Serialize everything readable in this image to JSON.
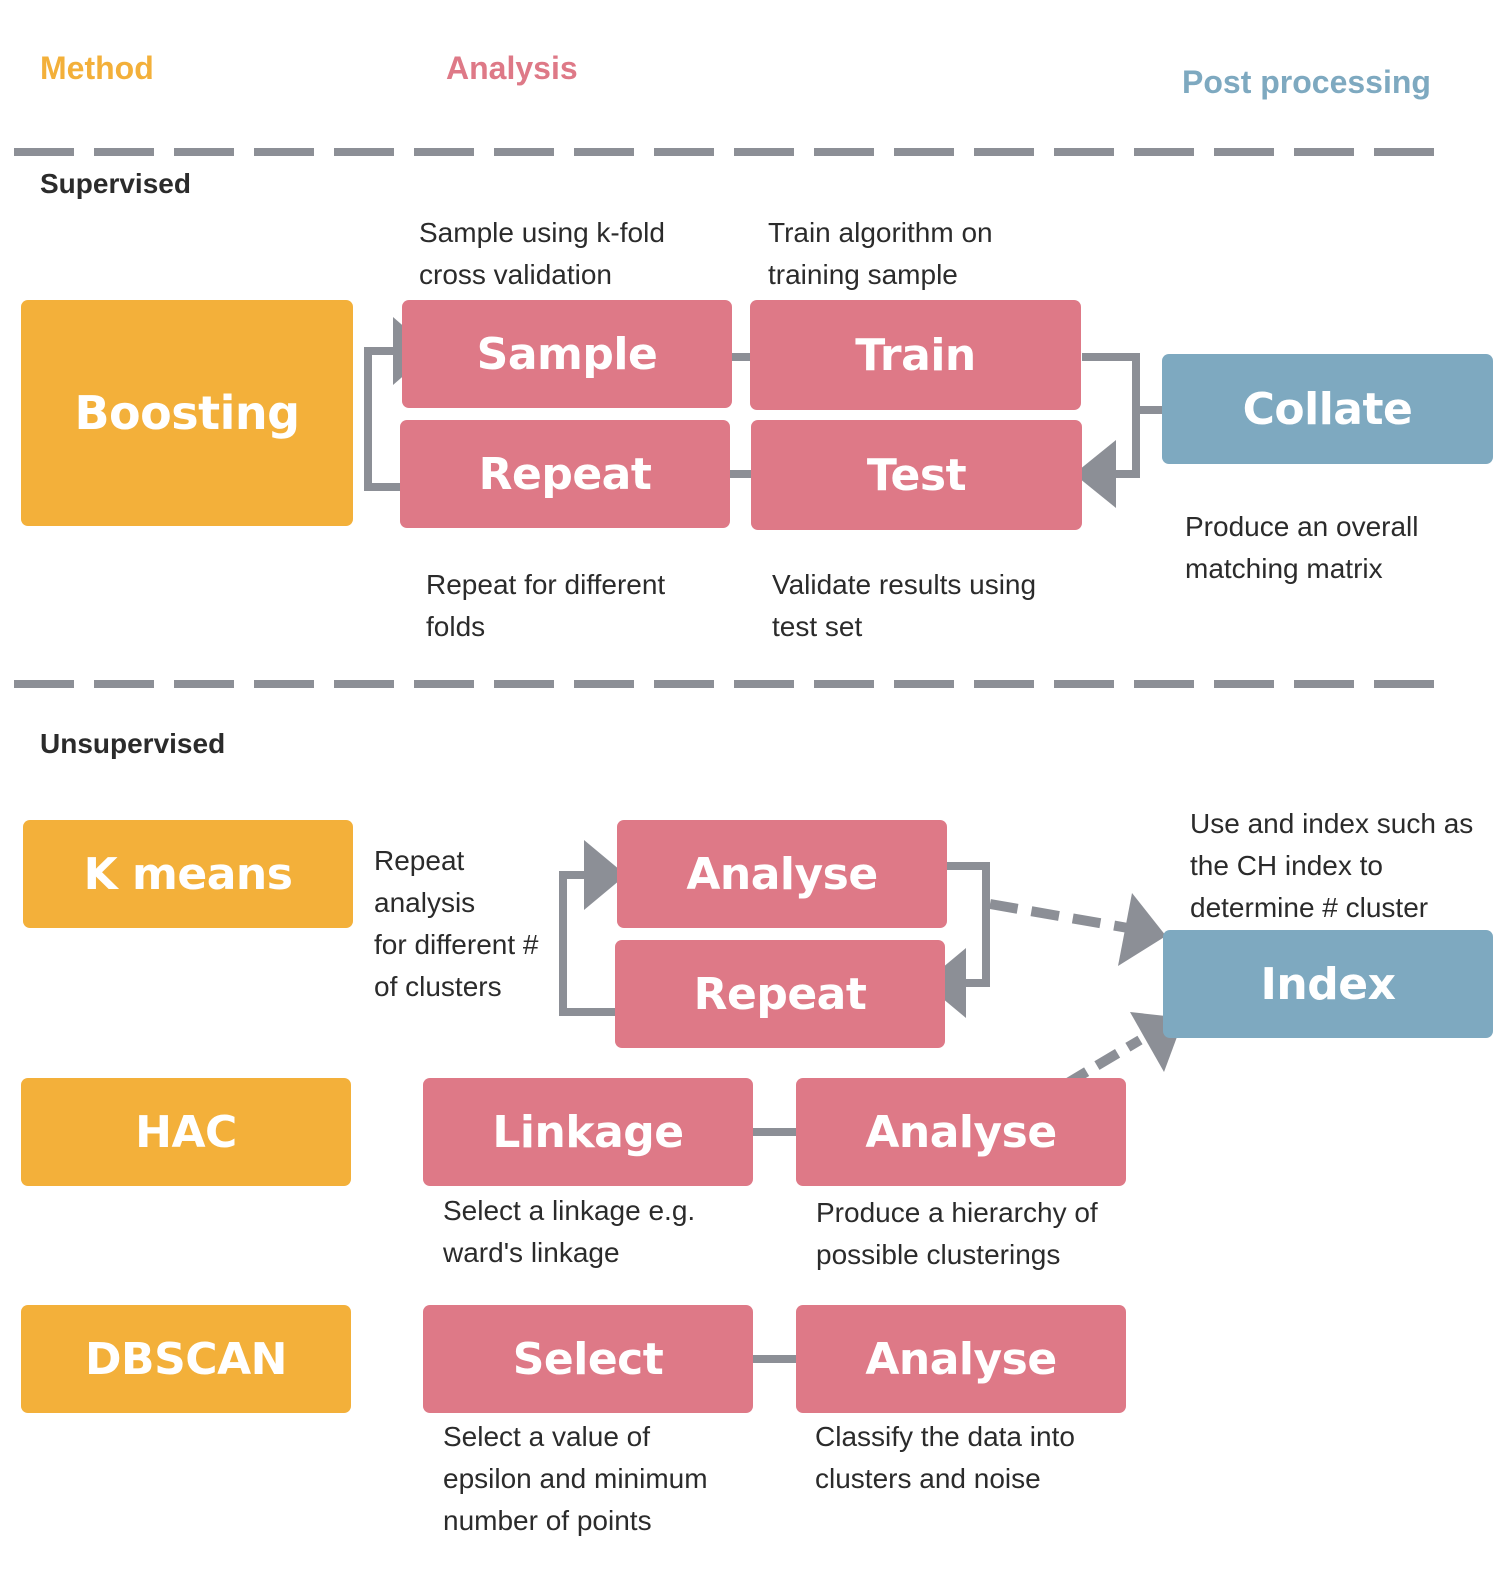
{
  "colors": {
    "method": "#F3B03A",
    "analysis": "#DE7987",
    "post_processing": "#7EA9C0",
    "connector": "#8C8F96"
  },
  "header": {
    "method": "Method",
    "analysis": "Analysis",
    "post_processing": "Post processing"
  },
  "sections": {
    "supervised": "Supervised",
    "unsupervised": "Unsupervised"
  },
  "supervised": {
    "method": "Boosting",
    "sample": "Sample",
    "train": "Train",
    "repeat": "Repeat",
    "test": "Test",
    "collate": "Collate",
    "notes": {
      "sample": [
        "Sample using k-fold",
        "cross validation"
      ],
      "train": [
        "Train algorithm on",
        "training sample"
      ],
      "repeat": [
        "Repeat for different",
        "folds"
      ],
      "test": [
        "Validate results using",
        "test set"
      ],
      "collate": [
        "Produce an overall",
        "matching matrix"
      ]
    }
  },
  "unsupervised": {
    "kmeans": {
      "method": "K means",
      "analyse": "Analyse",
      "repeat": "Repeat",
      "note": [
        "Repeat",
        "analysis",
        "for different #",
        "of clusters"
      ]
    },
    "hac": {
      "method": "HAC",
      "linkage": "Linkage",
      "analyse": "Analyse",
      "notes": {
        "linkage": [
          "Select a linkage e.g.",
          "ward's linkage"
        ],
        "analyse": [
          "Produce a hierarchy of",
          "possible clusterings"
        ]
      }
    },
    "dbscan": {
      "method": "DBSCAN",
      "select": "Select",
      "analyse": "Analyse",
      "notes": {
        "select": [
          "Select a value of",
          "epsilon and minimum",
          "number of points"
        ],
        "analyse": [
          "Classify the data into",
          "clusters and noise"
        ]
      }
    },
    "index": {
      "label": "Index",
      "note": [
        "Use and index such as",
        "the CH index to",
        "determine # cluster"
      ]
    }
  }
}
